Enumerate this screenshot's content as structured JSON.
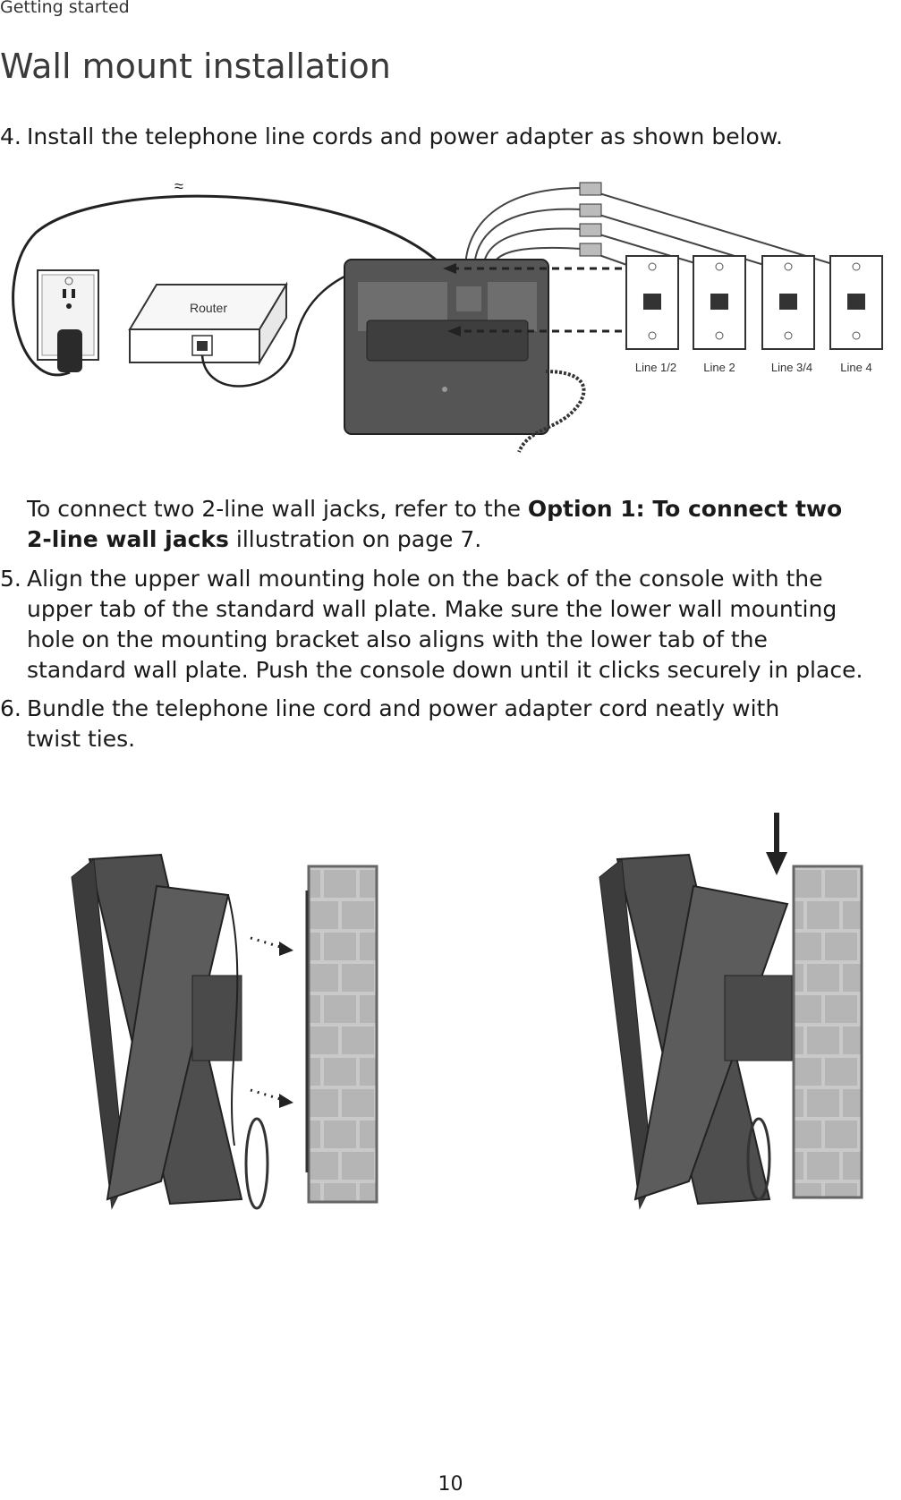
{
  "header": {
    "section": "Getting started",
    "title": "Wall mount installation"
  },
  "steps": {
    "step4_number": "4.",
    "step4_text": "Install the telephone line cords and power adapter as shown below.",
    "note_pre": "To connect two 2-line wall jacks, refer to the ",
    "note_bold_line1": "Option 1: To connect two",
    "note_bold_line2": "2-line wall jacks",
    "note_post": " illustration on page 7.",
    "step5_number": "5.",
    "step5_lines": [
      "Align the upper wall mounting hole on the back of the console with the",
      "upper tab of the standard wall plate. Make sure the lower wall mounting",
      "hole on the mounting bracket also aligns with the lower tab of the",
      "standard wall plate. Push the console down until it clicks securely in place."
    ],
    "step6_number": "6.",
    "step6_lines": [
      "Bundle the telephone line cord and power adapter cord neatly with",
      "twist ties."
    ]
  },
  "diagram": {
    "router_label": "Router",
    "jack_labels": [
      "Line 1/2",
      "Line 2",
      "Line 3/4",
      "Line 4"
    ]
  },
  "footer": {
    "page_number": "10"
  }
}
